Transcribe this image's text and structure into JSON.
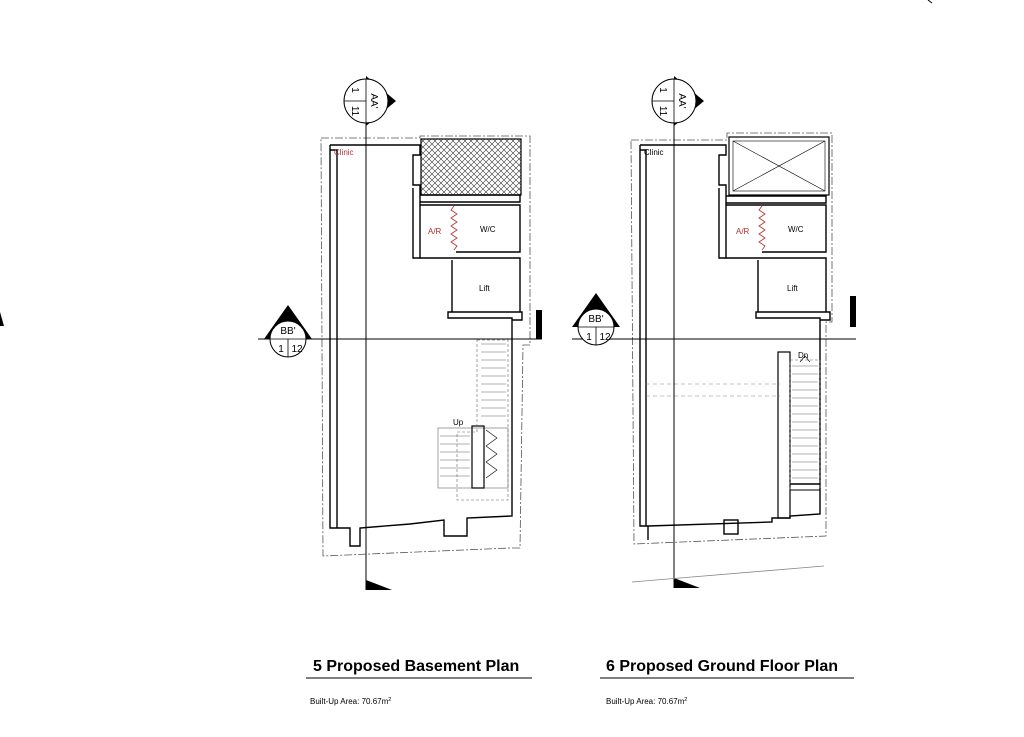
{
  "plans": [
    {
      "title": "5 Proposed Basement Plan",
      "area_label": "Built-Up Area: 70.67m",
      "area_sup": "2",
      "room_clinic": "Clinic",
      "room_wc": "W/C",
      "room_lift": "Lift",
      "room_ar": "A/R",
      "stair_label": "Up",
      "section_aa": {
        "name": "AA'",
        "sheet": "1",
        "drawing": "11"
      },
      "section_bb": {
        "name": "BB'",
        "sheet": "1",
        "drawing": "12"
      }
    },
    {
      "title": "6 Proposed Ground Floor Plan",
      "area_label": "Built-Up Area: 70.67m",
      "area_sup": "2",
      "room_clinic": "Clinic",
      "room_wc": "W/C",
      "room_lift": "Lift",
      "room_ar": "A/R",
      "stair_label": "Dn",
      "section_aa": {
        "name": "AA'",
        "sheet": "1",
        "drawing": "11"
      },
      "section_bb": {
        "name": "BB'",
        "sheet": "1",
        "drawing": "12"
      }
    }
  ],
  "colors": {
    "line": "#000000",
    "accent_red": "#b03030",
    "hatch": "#333333"
  }
}
